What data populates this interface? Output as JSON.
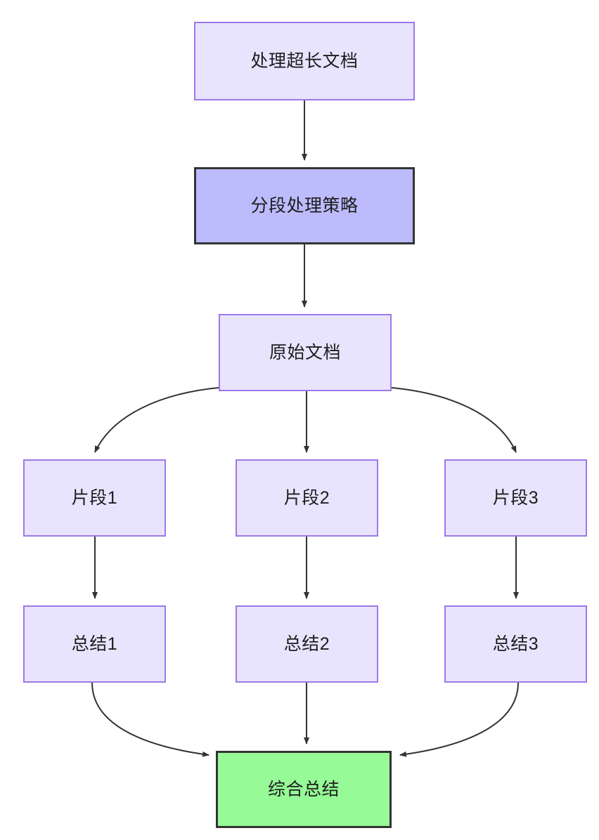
{
  "diagram": {
    "type": "flowchart",
    "direction": "top-to-bottom",
    "nodes": [
      {
        "id": "doc",
        "label": "处理超长文档",
        "style": "plain"
      },
      {
        "id": "strategy",
        "label": "分段处理策略",
        "style": "highlight"
      },
      {
        "id": "source",
        "label": "原始文档",
        "style": "plain"
      },
      {
        "id": "frag1",
        "label": "片段1",
        "style": "plain"
      },
      {
        "id": "frag2",
        "label": "片段2",
        "style": "plain"
      },
      {
        "id": "frag3",
        "label": "片段3",
        "style": "plain"
      },
      {
        "id": "sum1",
        "label": "总结1",
        "style": "plain"
      },
      {
        "id": "sum2",
        "label": "总结2",
        "style": "plain"
      },
      {
        "id": "sum3",
        "label": "总结3",
        "style": "plain"
      },
      {
        "id": "final",
        "label": "综合总结",
        "style": "result"
      }
    ],
    "edges": [
      {
        "from": "doc",
        "to": "strategy",
        "shape": "straight"
      },
      {
        "from": "strategy",
        "to": "source",
        "shape": "straight"
      },
      {
        "from": "source",
        "to": "frag1",
        "shape": "curved"
      },
      {
        "from": "source",
        "to": "frag2",
        "shape": "straight"
      },
      {
        "from": "source",
        "to": "frag3",
        "shape": "curved"
      },
      {
        "from": "frag1",
        "to": "sum1",
        "shape": "straight"
      },
      {
        "from": "frag2",
        "to": "sum2",
        "shape": "straight"
      },
      {
        "from": "frag3",
        "to": "sum3",
        "shape": "straight"
      },
      {
        "from": "sum1",
        "to": "final",
        "shape": "curved"
      },
      {
        "from": "sum2",
        "to": "final",
        "shape": "straight"
      },
      {
        "from": "sum3",
        "to": "final",
        "shape": "curved"
      }
    ],
    "colors": {
      "plain_fill": "#e8e4fd",
      "plain_border": "#9d78e8",
      "highlight_fill": "#bcbcfc",
      "highlight_border": "#333333",
      "result_fill": "#96fa96",
      "result_border": "#333333",
      "edge": "#333333",
      "text": "#1d1d1f",
      "background": "#ffffff"
    }
  }
}
